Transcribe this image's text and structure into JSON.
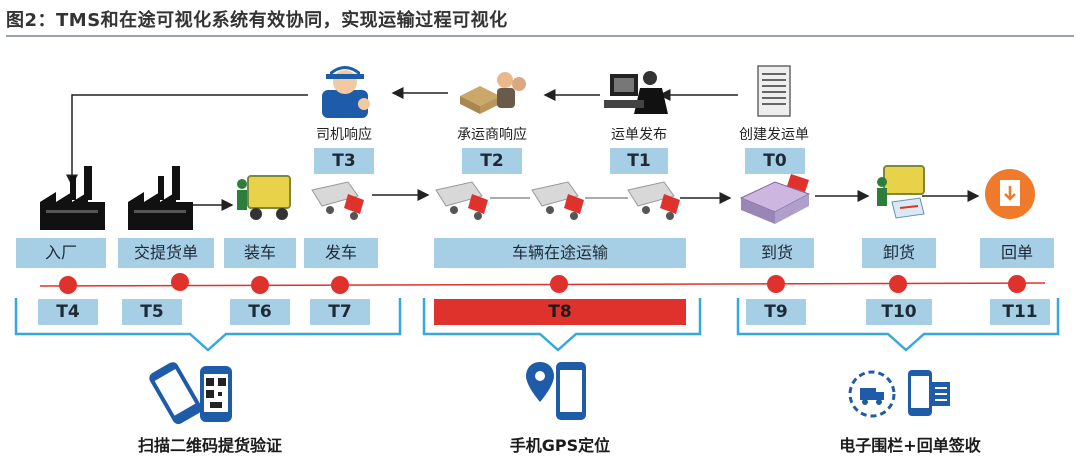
{
  "title": "图2：TMS和在途可视化系统有效协同，实现运输过程可视化",
  "top_steps": [
    {
      "label": "创建发运单",
      "tag": "T0"
    },
    {
      "label": "运单发布",
      "tag": "T1"
    },
    {
      "label": "承运商响应",
      "tag": "T2"
    },
    {
      "label": "司机响应",
      "tag": "T3"
    }
  ],
  "stages": [
    {
      "label": "入厂",
      "tag": "T4"
    },
    {
      "label": "交提货单",
      "tag": "T5"
    },
    {
      "label": "装车",
      "tag": "T6"
    },
    {
      "label": "发车",
      "tag": "T7"
    },
    {
      "label": "车辆在途运输",
      "tag": "T8"
    },
    {
      "label": "到货",
      "tag": "T9"
    },
    {
      "label": "卸货",
      "tag": "T10"
    },
    {
      "label": "回单",
      "tag": "T11"
    }
  ],
  "bottom": [
    {
      "label": "扫描二维码提货验证",
      "icon": "phone-qr-icon"
    },
    {
      "label": "手机GPS定位",
      "icon": "phone-gps-icon"
    },
    {
      "label": "电子围栏+回单签收",
      "icon": "geofence-receipt-icon"
    }
  ],
  "colors": {
    "box": "#a6cfe6",
    "accent": "#e0322c",
    "line": "#35a8dc"
  }
}
